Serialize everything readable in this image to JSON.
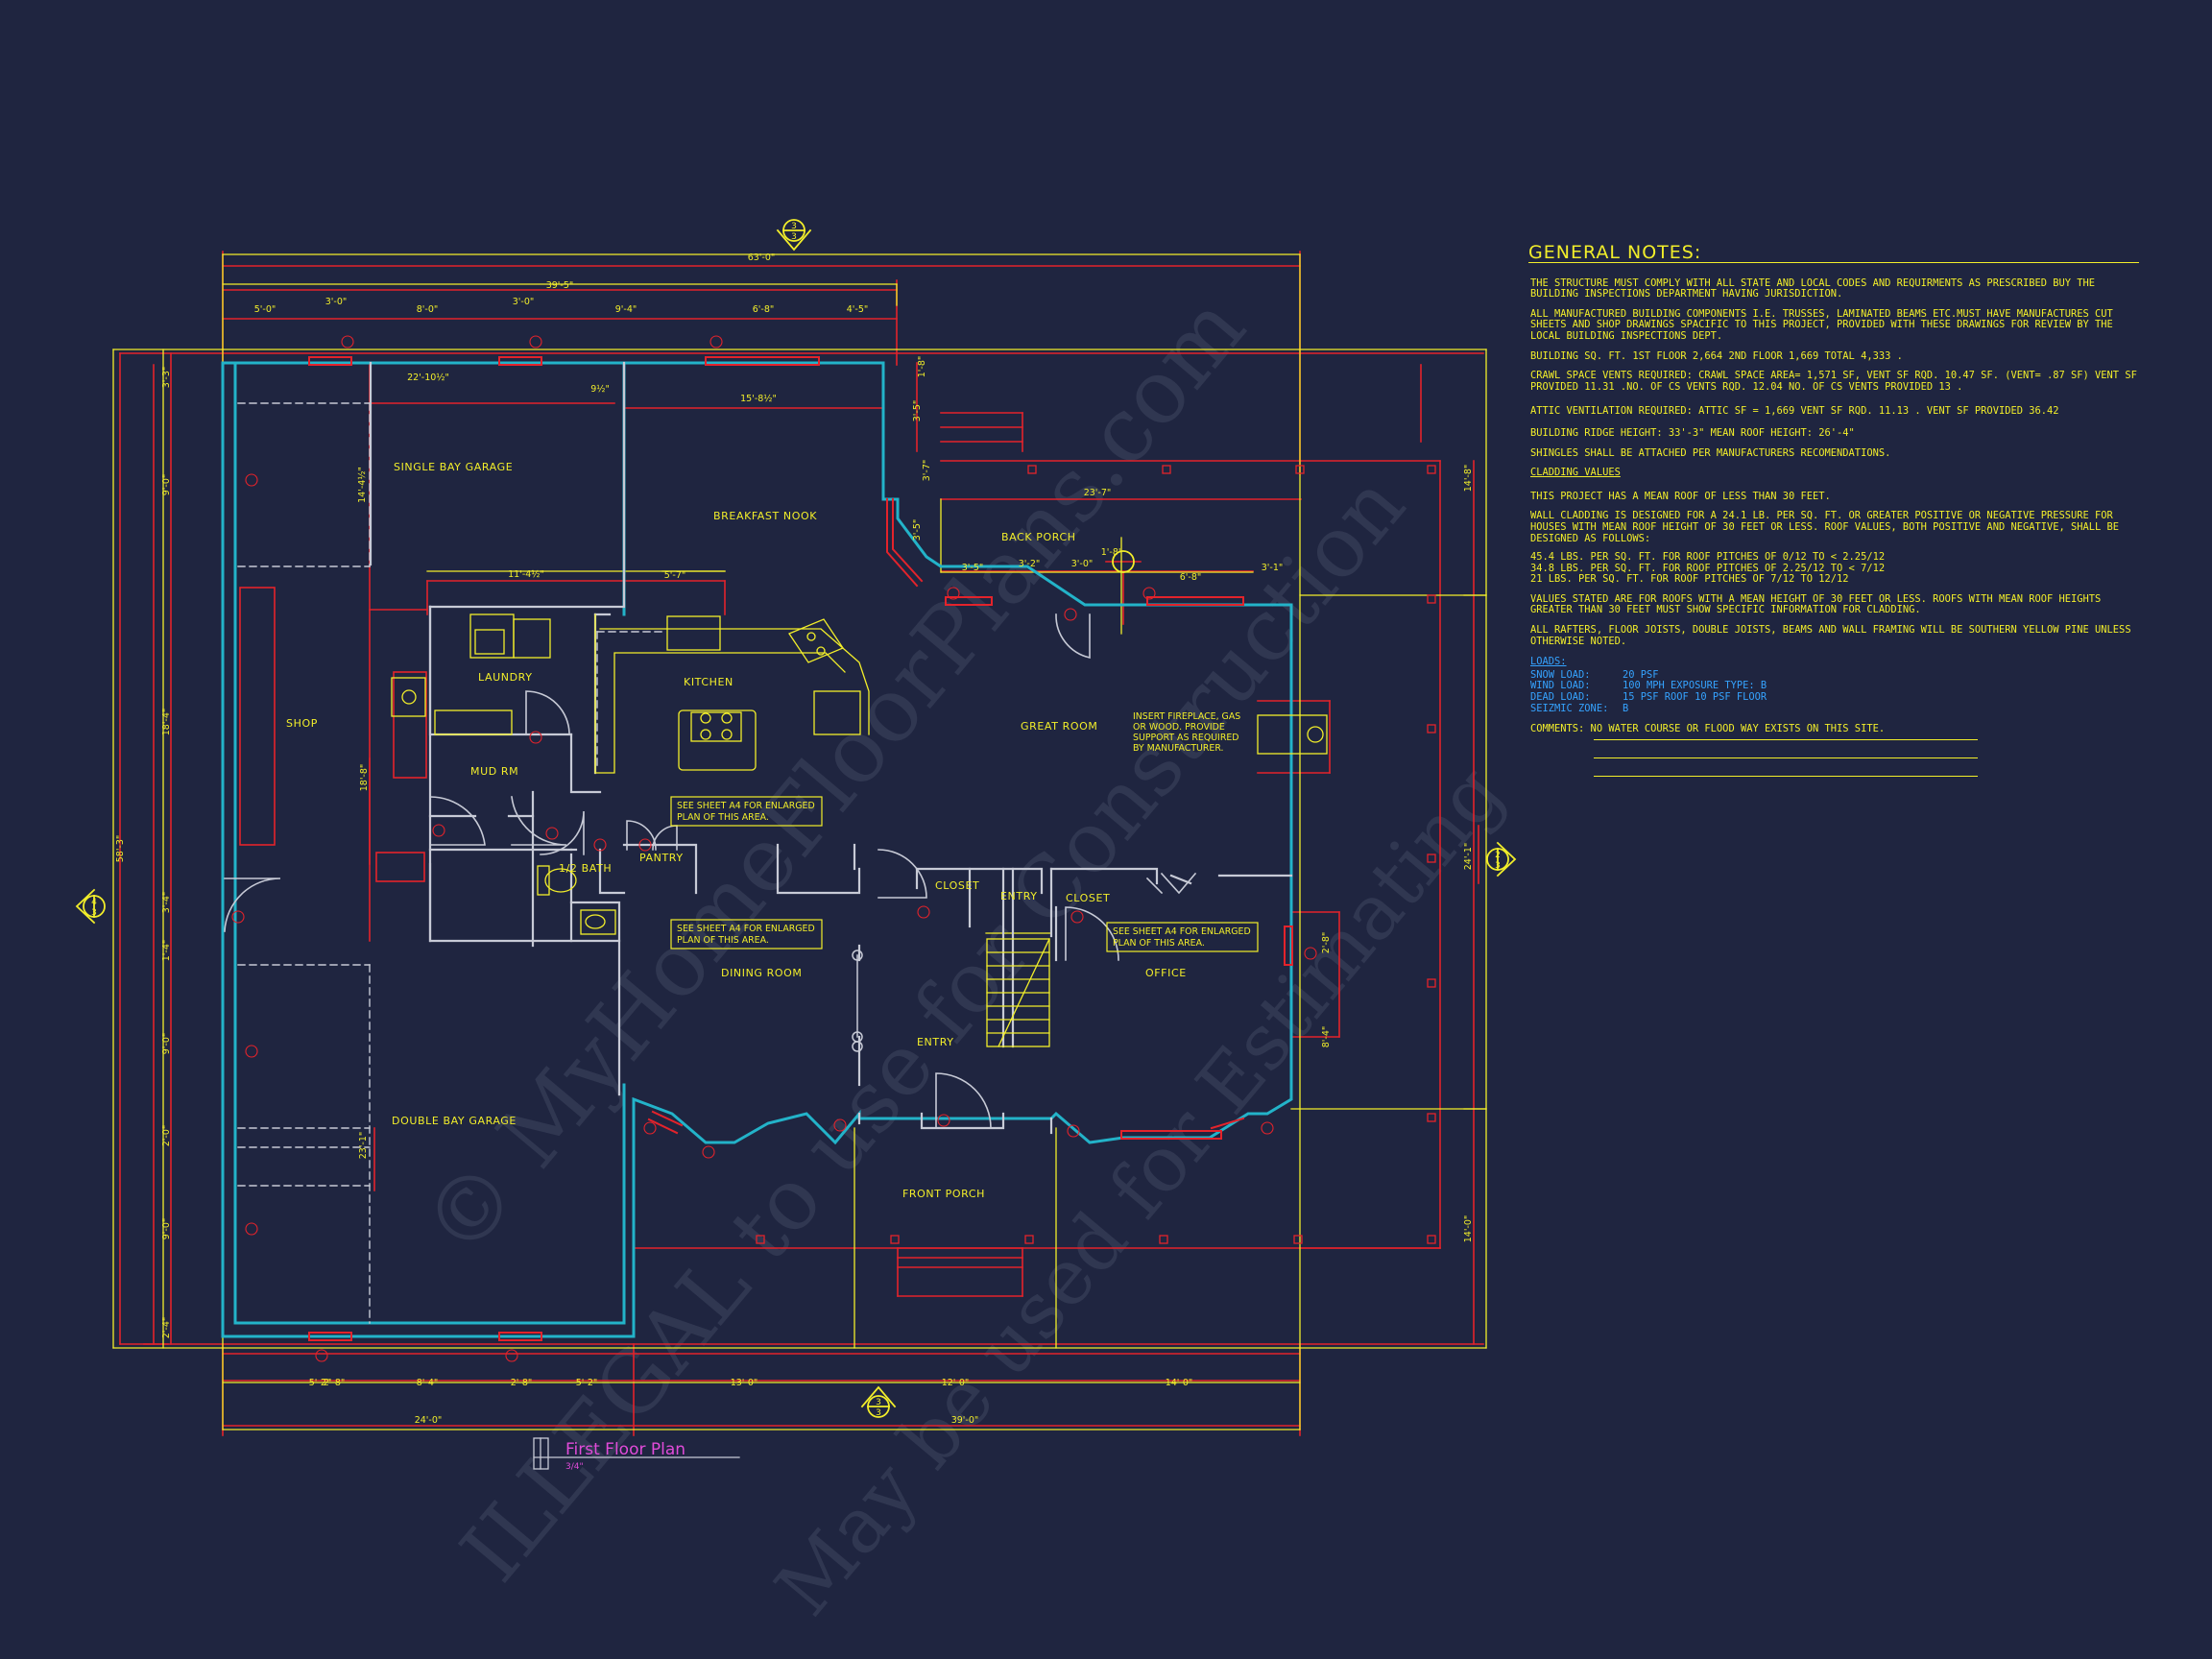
{
  "watermark": {
    "line1": "© MyHomeFloorPlans.com",
    "line2": "ILLEGAL to use for Construction",
    "line3": "May be used for Estimating"
  },
  "rooms": {
    "single_bay_garage": "SINGLE BAY GARAGE",
    "breakfast_nook": "BREAKFAST NOOK",
    "back_porch": "BACK PORCH",
    "laundry": "LAUNDRY",
    "kitchen": "KITCHEN",
    "great_room": "GREAT ROOM",
    "shop": "SHOP",
    "mud_rm": "MUD RM",
    "half_bath": "1/2 BATH",
    "pantry": "PANTRY",
    "closet_left": "CLOSET",
    "entry_small": "ENTRY",
    "closet_right": "CLOSET",
    "dining_room": "DINING ROOM",
    "office": "OFFICE",
    "entry": "ENTRY",
    "double_bay_garage": "DOUBLE BAY GARAGE",
    "front_porch": "FRONT PORCH"
  },
  "callouts": {
    "fireplace": [
      "INSERT FIREPLACE, GAS",
      "OR WOOD. PROVIDE",
      "SUPPORT AS REQUIRED",
      "BY MANUFACTURER."
    ],
    "see_sheet_kitchen": [
      "SEE SHEET A4  FOR ENLARGED",
      "PLAN OF THIS AREA."
    ],
    "see_sheet_dining": [
      "SEE SHEET A4  FOR ENLARGED",
      "PLAN OF THIS AREA."
    ],
    "see_sheet_office": [
      "SEE SHEET A4  FOR ENLARGED",
      "PLAN OF THIS AREA."
    ]
  },
  "plan_title": {
    "label": "First Floor Plan",
    "scale": "3/4\""
  },
  "section_markers": {
    "top": "3",
    "bottom": "3",
    "left": "4",
    "right": "2",
    "sheet": "3"
  },
  "dimensions": {
    "top_overall": "63'-0\"",
    "top_sub": "39'-5\"",
    "top_segments": [
      "5'-0\"",
      "3'-0\"",
      "8'-0\"",
      "3'-0\"",
      "9'-4\"",
      "6'-8\"",
      "4'-5\""
    ],
    "garage_inner": "22'-10½\"",
    "garage_gap": "9½\"",
    "nook_width": "15'-8½\"",
    "porch_right": "1'-8\"",
    "back_porch_width": "23'-7\"",
    "porch_segments": [
      "3'-5\"",
      "3'-2\"",
      "3'-0\"",
      "6'-8\"",
      "3'-1\""
    ],
    "laundry_width": "11'-4½\"",
    "kitchen_width": "5'-7\"",
    "col_dim": "1'-8\"",
    "left_overall": "58'-3\"",
    "left_segments": [
      "3'-3\"",
      "9'-0\"",
      "18'-4\"",
      "3'-4\"",
      "1'-4\"",
      "9'-0\"",
      "2'-0\"",
      "9'-0\"",
      "2'-4\""
    ],
    "garage_depth": "14'-4½\"",
    "mud_depth": "18'-8\"",
    "double_depth": "23'-1\"",
    "nook_vert": [
      "1'-8\"",
      "3'-5\"",
      "3'-7\"",
      "3'-5\""
    ],
    "right_segments": [
      "14'-8\"",
      "24'-1\"",
      "14'-0\""
    ],
    "office_vert": [
      "2'-8\"",
      "8'-4\""
    ],
    "bottom_segments": [
      "5'-2\"",
      "2'-8\"",
      "8'-4\"",
      "2'-8\"",
      "5'-2\"",
      "13'-0\"",
      "12'-0\"",
      "14'-0\""
    ],
    "bottom_overall_left": "24'-0\"",
    "bottom_overall_right": "39'-0\""
  },
  "general_notes": {
    "title": "GENERAL NOTES:",
    "p1": "THE STRUCTURE MUST COMPLY WITH ALL STATE AND LOCAL CODES AND REQUIRMENTS AS  PRESCRIBED BUY THE BUILDING INSPECTIONS DEPARTMENT HAVING JURISDICTION.",
    "p2": "ALL MANUFACTURED BUILDING COMPONENTS i.e. TRUSSES, LAMINATED BEAMS etc.MUST HAVE MANUFACTURES CUT SHEETS AND SHOP DRAWINGS SPACIFIC TO THIS PROJECT, PROVIDED WITH THESE DRAWINGS FOR REVIEW BY THE LOCAL BUILDING INSPECTIONS DEPT.",
    "p3": "BUILDING SQ. FT.  1st FLOOR  2,664   2nd FLOOR   1,669  TOTAL  4,333 .",
    "p4": "CRAWL SPACE VENTS REQUIRED: CRAWL SPACE AREA= 1,571  SF,  VENT SF RQD.  10.47 SF.  (VENT= .87 SF) VENT SF PROVIDED  11.31   .NO. OF CS VENTS RQD.  12.04  NO. OF CS VENTS PROVIDED  13  .",
    "p5": "ATTIC VENTILATION REQUIRED: ATTIC SF =  1,669  VENT SF RQD.  11.13  . VENT SF PROVIDED 36.42",
    "p6": "BUILDING RIDGE HEIGHT:  33'-3\"        MEAN ROOF HEIGHT:   26'-4\"",
    "p7": "SHINGLES SHALL BE ATTACHED PER MANUFACTURERS RECOMENDATIONS.",
    "p8": "CLADDING VALUES",
    "p9": "THIS PROJECT HAS A MEAN ROOF OF LESS THAN 30 FEET.",
    "p10": "WALL CLADDING IS DESIGNED FOR A 24.1 Lb. PER SQ. FT. OR GREATER POSITIVE OR NEGATIVE PRESSURE FOR HOUSES WITH MEAN ROOF HEIGHT OF 30 FEET OR LESS. ROOF VALUES, BOTH POSITIVE AND NEGATIVE, SHALL BE DESIGNED AS FOLLOWS:",
    "p11a": "45.4 Lbs. PER SQ. FT. FOR ROOF PITCHES OF 0/12 TO < 2.25/12",
    "p11b": "34.8 LBS. PER SQ. FT. FOR ROOF PITCHES OF 2.25/12 TO < 7/12",
    "p11c": "21 LBS. PER SQ. FT. FOR ROOF PITCHES OF 7/12 TO 12/12",
    "p12": "VALUES STATED ARE FOR ROOFS WITH A MEAN HEIGHT OF 30 FEET OR LESS. ROOFS WITH MEAN ROOF HEIGHTS GREATER THAN 30 FEET MUST SHOW SPECIFIC INFORMATION FOR CLADDING.",
    "p13": "ALL RAFTERS, FLOOR JOISTS, DOUBLE JOISTS, BEAMS AND WALL FRAMING WILL BE SOUTHERN YELLOW PINE UNLESS OTHERWISE NOTED.",
    "loads_title": "LOADS:",
    "loads": [
      {
        "k": "SNOW LOAD:",
        "v": "20 PSF"
      },
      {
        "k": "WIND LOAD:",
        "v": "100 MPH  EXPOSURE TYPE:  B"
      },
      {
        "k": "DEAD LOAD:",
        "v": "15 PSF ROOF   10 PSF FLOOR"
      },
      {
        "k": "SEIZMIC ZONE:",
        "v": "B"
      }
    ],
    "comments": "COMMENTS:  NO WATER COURSE OR FLOOD WAY EXISTS ON THIS SITE."
  },
  "colors": {
    "background": "#1f2540",
    "wall": "#c7cad6",
    "exterior_wall": "#23b3c9",
    "dimension_red": "#e3232b",
    "text_yellow": "#f2ee2a",
    "loads_blue": "#35a3ff",
    "title_magenta": "#e14bd9"
  }
}
